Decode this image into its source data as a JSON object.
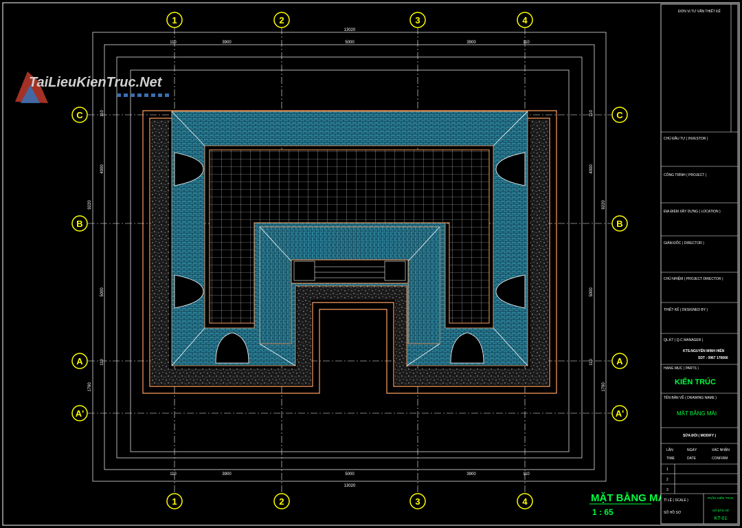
{
  "watermark": {
    "text": "TaiLieuKienTruc.Net"
  },
  "drawing": {
    "title": "MẶT BẰNG MÁI",
    "scale": "1 : 65"
  },
  "grid_axes": {
    "columns": [
      "1",
      "2",
      "3",
      "4"
    ],
    "rows": [
      "C",
      "B",
      "A",
      "A'"
    ]
  },
  "dimensions": {
    "overall_width": "13020",
    "column_spacing": [
      "110",
      "3900",
      "5000",
      "3900",
      "110"
    ],
    "overall_depth": "9220",
    "row_spacing": [
      "110",
      "4000",
      "5000",
      "110",
      "1790"
    ]
  },
  "title_block": {
    "header": "ĐƠN VỊ TƯ VẤN THIẾT KẾ",
    "investor": "CHỦ ĐẦU TƯ ( INVESTOR )",
    "project": "CÔNG TRÌNH ( PROJECT )",
    "location": "ĐỊA ĐIỂM XÂY DỰNG ( LOCATION )",
    "director": "GIÁM ĐỐC ( DIRECTOR )",
    "project_director": "CHỦ NHIỆM ( PROJECT DIRECTOR )",
    "designer": "THIẾT KẾ ( DESIGNED BY )",
    "qlkt": "QL.KT ( Q.C MANAGER )",
    "architect_name": "KTS.NGUYỄN MINH HIẾN",
    "architect_phone": "SDT : 0967 176666",
    "parts": "HẠNG MỤC ( PARTS )",
    "discipline": "KIẾN TRÚC",
    "drawing_name_label": "TÊN BẢN VẼ ( DRAWING NAME )",
    "drawing_name": "MẶT BẰNG MÁI",
    "modify": "SỬA ĐỔI ( MODIFY )",
    "col1": "LẦN",
    "col1b": "TIME",
    "col2": "NGÀY",
    "col2b": "DATE",
    "col3": "XÁC NHẬN",
    "col3b": "CONFIRM",
    "rows": [
      "1",
      "2",
      "3"
    ],
    "scale_label": "TỈ LỆ ( SCALE )",
    "number_label": "SỐ BẢN VẼ",
    "code_label": "PHẦN KIẾN TRÚC",
    "sheet_no": "SỐ BẢN VẼ",
    "sheet_code": "KT-01",
    "file_label": "SỐ HỒ SƠ"
  },
  "colors": {
    "background": "#000000",
    "grid_bubble": "#ffff00",
    "axis_line": "#ffffff",
    "wall_outline": "#ffa060",
    "roof_tile": "#2a7f98",
    "title": "#00ff40"
  }
}
